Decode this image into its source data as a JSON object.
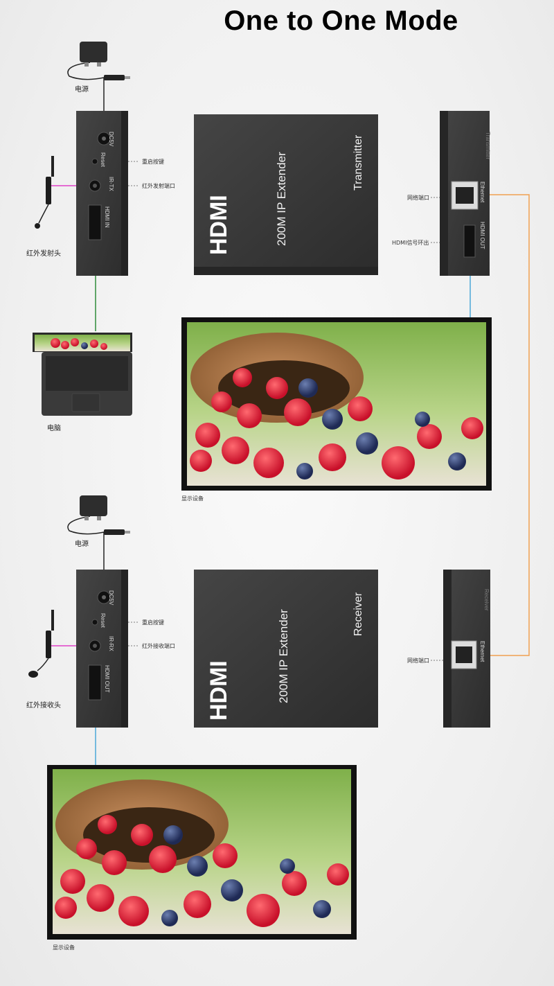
{
  "title": "One to One Mode",
  "transmitter": {
    "power_label": "电源",
    "port_dc": "DC5V",
    "port_reset": "Reset",
    "port_ir": "IR-TX",
    "port_hdmi": "HDMI IN",
    "reset_label": "重启按键",
    "ir_port_label": "红外发射端口",
    "ir_head_label": "红外发射头",
    "brand": "HDMI",
    "product": "200M IP Extender",
    "unit_name": "Transmitter",
    "side_name": "Transmitter",
    "eth_port": "Ethernet",
    "hdmi_out_port": "HDMI OUT",
    "net_port_label": "网络端口",
    "loop_label": "HDMI信号环出",
    "computer_label": "电脑",
    "display_label": "显示设备"
  },
  "receiver": {
    "power_label": "电源",
    "port_dc": "DC5V",
    "port_reset": "Reset",
    "port_ir": "IR-RX",
    "port_hdmi": "HDMI OUT",
    "reset_label": "重启按键",
    "ir_port_label": "红外接收端口",
    "ir_head_label": "红外接收头",
    "brand": "HDMI",
    "product": "200M IP Extender",
    "unit_name": "Receiver",
    "side_name": "Receiver",
    "eth_port": "Ethernet",
    "net_port_label": "网络端口",
    "display_label": "显示设备"
  },
  "colors": {
    "ir_cable": "#e040c8",
    "hdmi_in_cable": "#2e8b3a",
    "hdmi_out_cable": "#4aa8d8",
    "ethernet_cable": "#f0a050",
    "device_body": "#3a3a3a"
  }
}
